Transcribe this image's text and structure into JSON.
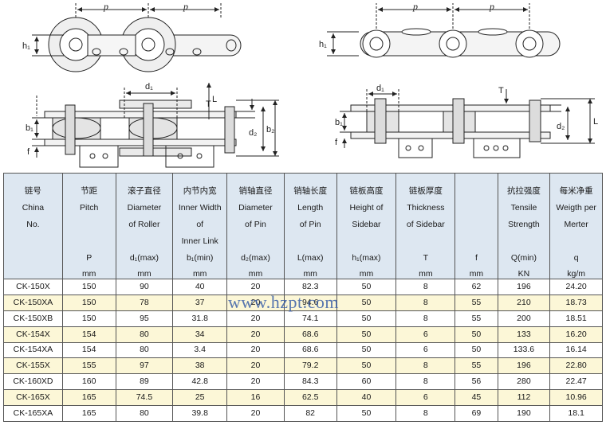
{
  "drawings": {
    "left_top": {
      "p1": "p",
      "p2": "p",
      "h1": "h₁"
    },
    "left_bottom": {
      "d1": "d₁",
      "T": "T",
      "b1": "b₁",
      "b2": "b₂",
      "d2": "d₂",
      "L": "L",
      "f": "f"
    },
    "right_top": {
      "p1": "p",
      "p2": "p",
      "h1": "h₁"
    },
    "right_bottom": {
      "d1": "d₁",
      "T": "T",
      "b1": "b₁",
      "d2": "d₂",
      "L": "L",
      "f": "f"
    }
  },
  "table": {
    "headers": [
      {
        "top": [
          "链号",
          "China",
          "No."
        ],
        "sym": "",
        "unit": ""
      },
      {
        "top": [
          "节距",
          "Pitch"
        ],
        "sym": "P",
        "unit": "mm"
      },
      {
        "top": [
          "滚子直径",
          "Diameter",
          "of Roller"
        ],
        "sym": "d₁(max)",
        "unit": "mm"
      },
      {
        "top": [
          "内节内宽",
          "Inner Width",
          "of",
          "Inner Link"
        ],
        "sym": "b₁(min)",
        "unit": "mm"
      },
      {
        "top": [
          "销轴直径",
          "Diameter",
          "of Pin"
        ],
        "sym": "d₂(max)",
        "unit": "mm"
      },
      {
        "top": [
          "销轴长度",
          "Length",
          "of Pin"
        ],
        "sym": "L(max)",
        "unit": "mm"
      },
      {
        "top": [
          "链板高度",
          "Height of",
          "Sidebar"
        ],
        "sym": "h₁(max)",
        "unit": "mm"
      },
      {
        "top": [
          "链板厚度",
          "Thickness",
          "of Sidebar"
        ],
        "sym": "T",
        "unit": "mm"
      },
      {
        "top": [],
        "sym": "f",
        "unit": "mm"
      },
      {
        "top": [
          "抗拉强度",
          "Tensile",
          "Strength"
        ],
        "sym": "Q(min)",
        "unit": "KN"
      },
      {
        "top": [
          "每米净重",
          "Weigth per",
          "Merter"
        ],
        "sym": "q",
        "unit": "kg/m"
      }
    ],
    "rows": [
      [
        "CK-150X",
        "150",
        "90",
        "40",
        "20",
        "82.3",
        "50",
        "8",
        "62",
        "196",
        "24.20"
      ],
      [
        "CK-150XA",
        "150",
        "78",
        "37",
        "20",
        "94.6",
        "50",
        "8",
        "55",
        "210",
        "18.73"
      ],
      [
        "CK-150XB",
        "150",
        "95",
        "31.8",
        "20",
        "74.1",
        "50",
        "8",
        "55",
        "200",
        "18.51"
      ],
      [
        "CK-154X",
        "154",
        "80",
        "34",
        "20",
        "68.6",
        "50",
        "6",
        "50",
        "133",
        "16.20"
      ],
      [
        "CK-154XA",
        "154",
        "80",
        "3.4",
        "20",
        "68.6",
        "50",
        "6",
        "50",
        "133.6",
        "16.14"
      ],
      [
        "CK-155X",
        "155",
        "97",
        "38",
        "20",
        "79.2",
        "50",
        "8",
        "55",
        "196",
        "22.80"
      ],
      [
        "CK-160XD",
        "160",
        "89",
        "42.8",
        "20",
        "84.3",
        "60",
        "8",
        "56",
        "280",
        "22.47"
      ],
      [
        "CK-165X",
        "165",
        "74.5",
        "25",
        "16",
        "62.5",
        "40",
        "6",
        "45",
        "112",
        "10.96"
      ],
      [
        "CK-165XA",
        "165",
        "80",
        "39.8",
        "20",
        "82",
        "50",
        "8",
        "69",
        "190",
        "18.1"
      ]
    ]
  },
  "watermark": "www.hzpt.com"
}
